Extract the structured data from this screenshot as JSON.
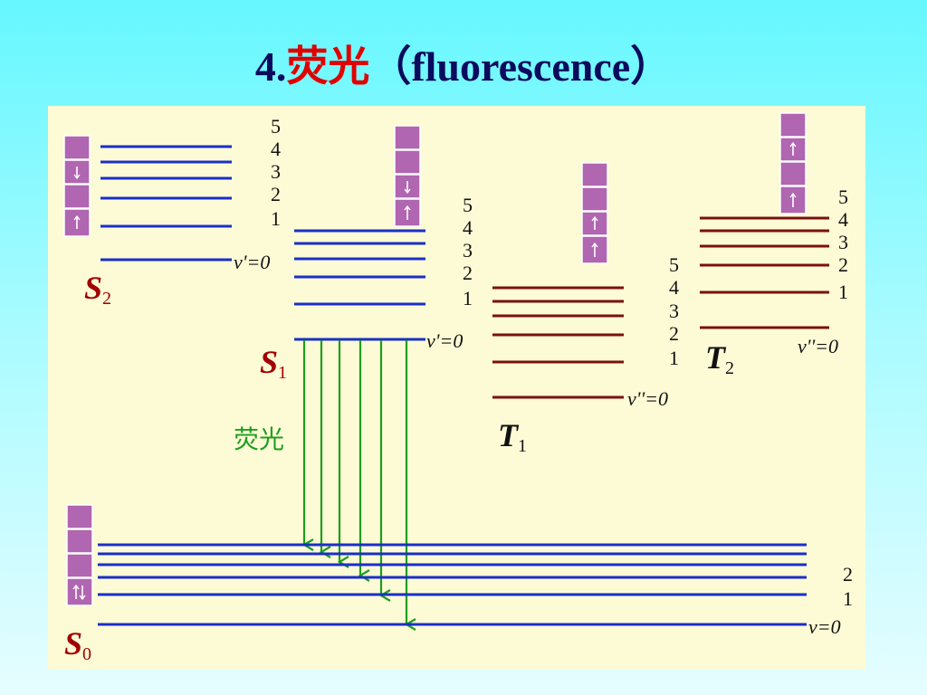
{
  "title": {
    "number": "4.",
    "chinese": "荧光",
    "open_paren": "（",
    "english": "fluorescence",
    "close_paren": "）"
  },
  "states": {
    "S2": {
      "letter": "S",
      "sub": "2",
      "levels": [
        "5",
        "4",
        "3",
        "2",
        "1",
        "v'=0"
      ]
    },
    "S1": {
      "letter": "S",
      "sub": "1",
      "levels": [
        "5",
        "4",
        "3",
        "2",
        "1",
        "v'=0"
      ]
    },
    "T1": {
      "letter": "T",
      "sub": "1",
      "levels": [
        "5",
        "4",
        "3",
        "2",
        "1",
        "v''=0"
      ]
    },
    "T2": {
      "letter": "T",
      "sub": "2",
      "levels": [
        "5",
        "4",
        "3",
        "2",
        "1",
        "v''=0"
      ]
    },
    "S0": {
      "letter": "S",
      "sub": "0",
      "levels": [
        "2",
        "1",
        "v=0"
      ]
    }
  },
  "fluorescence_label": "荧光",
  "colors": {
    "singlet_line": "#1a2fc8",
    "triplet_line": "#7a1010",
    "arrow": "#1e9e1e",
    "state_label": "#a00000",
    "electron_box": "#b066b0",
    "title_en": "#0b0b5e",
    "title_cn": "#e00000"
  },
  "icons": [
    "electron-spin-up-arrow",
    "electron-spin-down-arrow",
    "paired-spin-arrows"
  ]
}
